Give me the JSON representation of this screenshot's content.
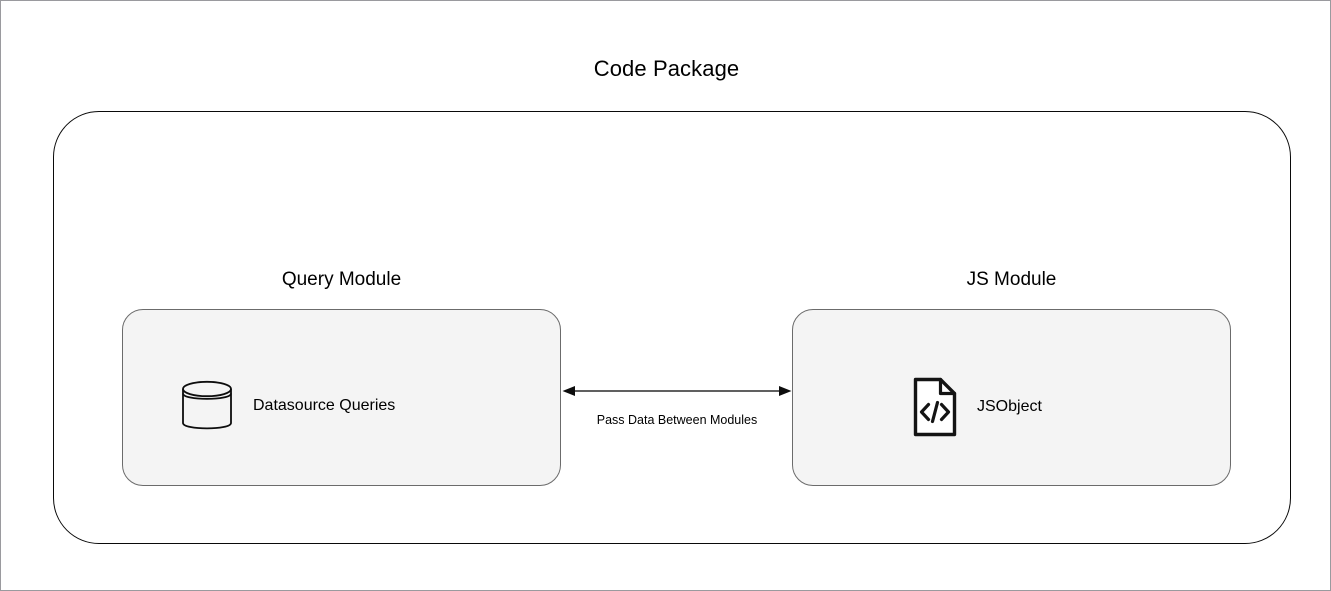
{
  "package": {
    "title": "Code Package"
  },
  "modules": [
    {
      "id": "query-module",
      "title": "Query Module",
      "node": {
        "icon": "database-cylinder-icon",
        "label": "Datasource Queries"
      }
    },
    {
      "id": "js-module",
      "title": "JS Module",
      "node": {
        "icon": "code-file-icon",
        "label": "JSObject"
      }
    }
  ],
  "connector": {
    "label": "Pass Data Between Modules",
    "icon": "double-headed-arrow-icon"
  },
  "colors": {
    "canvas_background": "#ffffff",
    "canvas_border": "#9a9a9e",
    "package_border": "#0a0a0a",
    "module_fill": "#f4f4f4",
    "module_border": "#6b6b6b",
    "text": "#000000",
    "connector_line": "#2b2b2b"
  }
}
